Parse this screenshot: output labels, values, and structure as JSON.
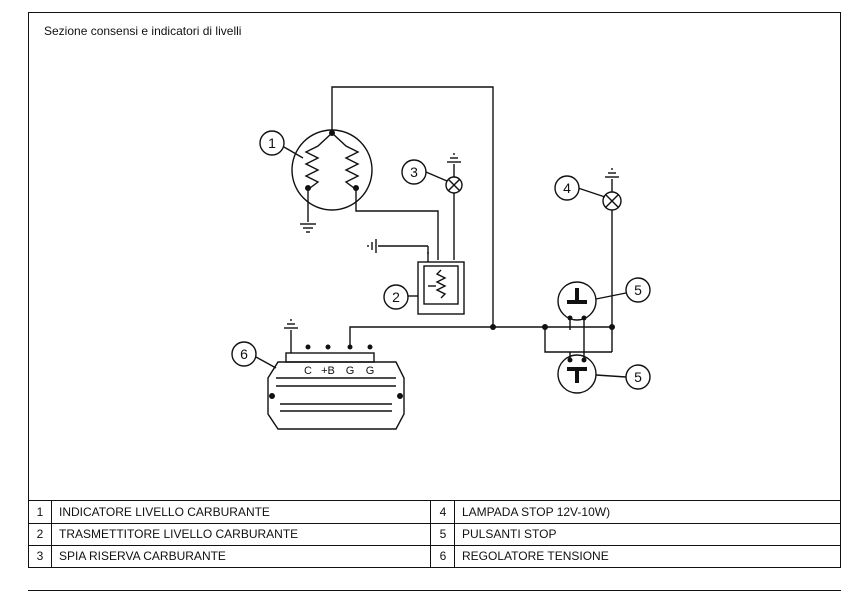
{
  "section_title": "Sezione consensi e indicatori di livelli",
  "callouts": {
    "c1": "1",
    "c2": "2",
    "c3": "3",
    "c4": "4",
    "c5a": "5",
    "c5b": "5",
    "c6": "6"
  },
  "regulator_terminals": {
    "t1": "C",
    "t2": "+B",
    "t3": "G",
    "t4": "G"
  },
  "legend": {
    "left": [
      {
        "num": "1",
        "text": "INDICATORE LIVELLO CARBURANTE"
      },
      {
        "num": "2",
        "text": "TRASMETTITORE LIVELLO CARBURANTE"
      },
      {
        "num": "3",
        "text": "SPIA RISERVA CARBURANTE"
      }
    ],
    "right": [
      {
        "num": "4",
        "text": "LAMPADA STOP 12V-10W)"
      },
      {
        "num": "5",
        "text": "PULSANTI STOP"
      },
      {
        "num": "6",
        "text": "REGOLATORE TENSIONE"
      }
    ]
  }
}
